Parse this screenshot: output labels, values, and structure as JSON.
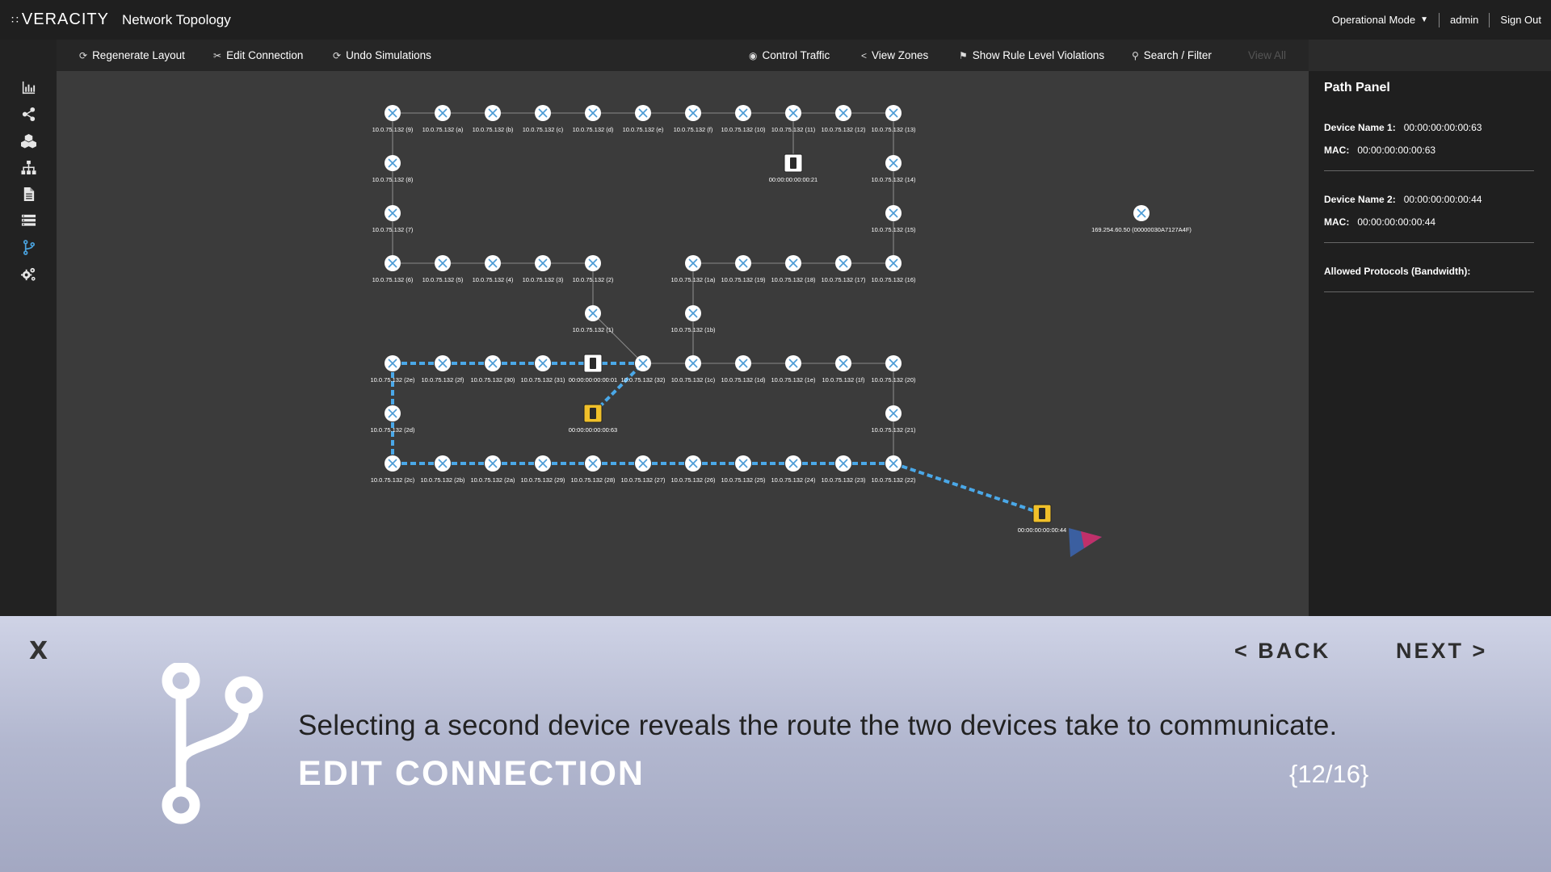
{
  "header": {
    "logo_text": "VERACITY",
    "app_title": "Network Topology",
    "mode_label": "Operational Mode",
    "user": "admin",
    "sign_out": "Sign Out"
  },
  "sidebar": {
    "items": [
      {
        "icon": "bar-chart-icon"
      },
      {
        "icon": "share-icon"
      },
      {
        "icon": "cubes-icon"
      },
      {
        "icon": "sitemap-icon"
      },
      {
        "icon": "document-icon"
      },
      {
        "icon": "list-icon"
      },
      {
        "icon": "branch-icon",
        "active": true
      },
      {
        "icon": "gears-icon"
      }
    ]
  },
  "toolbar": {
    "regenerate_layout": "Regenerate Layout",
    "edit_connection": "Edit Connection",
    "undo_simulations": "Undo Simulations",
    "control_traffic": "Control Traffic",
    "view_zones": "View Zones",
    "show_rule_level_violations": "Show Rule Level Violations",
    "search_filter": "Search / Filter",
    "view_all": "View All"
  },
  "path_panel": {
    "title": "Path Panel",
    "device1_label": "Device Name 1:",
    "device1_value": "00:00:00:00:00:63",
    "mac1_label": "MAC:",
    "mac1_value": "00:00:00:00:00:63",
    "device2_label": "Device Name 2:",
    "device2_value": "00:00:00:00:00:44",
    "mac2_label": "MAC:",
    "mac2_value": "00:00:00:00:00:44",
    "protocols_label": "Allowed Protocols (Bandwidth):"
  },
  "topology": {
    "colors": {
      "path": "#4aa8e8",
      "host_selected": "#f0c02a",
      "link": "#8a8a8a"
    },
    "nodes": [
      {
        "id": "s9",
        "label": "10.0.75.132 (9)",
        "type": "switch"
      },
      {
        "id": "sa",
        "label": "10.0.75.132 (a)",
        "type": "switch"
      },
      {
        "id": "sb",
        "label": "10.0.75.132 (b)",
        "type": "switch"
      },
      {
        "id": "sc",
        "label": "10.0.75.132 (c)",
        "type": "switch"
      },
      {
        "id": "sd",
        "label": "10.0.75.132 (d)",
        "type": "switch"
      },
      {
        "id": "se",
        "label": "10.0.75.132 (e)",
        "type": "switch"
      },
      {
        "id": "sf",
        "label": "10.0.75.132 (f)",
        "type": "switch"
      },
      {
        "id": "s10",
        "label": "10.0.75.132 (10)",
        "type": "switch"
      },
      {
        "id": "s11",
        "label": "10.0.75.132 (11)",
        "type": "switch"
      },
      {
        "id": "s12",
        "label": "10.0.75.132 (12)",
        "type": "switch"
      },
      {
        "id": "s13",
        "label": "10.0.75.132 (13)",
        "type": "switch"
      },
      {
        "id": "s8",
        "label": "10.0.75.132 (8)",
        "type": "switch"
      },
      {
        "id": "h21",
        "label": "00:00:00:00:00:21",
        "type": "host"
      },
      {
        "id": "s14",
        "label": "10.0.75.132 (14)",
        "type": "switch"
      },
      {
        "id": "s7",
        "label": "10.0.75.132 (7)",
        "type": "switch"
      },
      {
        "id": "s15",
        "label": "10.0.75.132 (15)",
        "type": "switch"
      },
      {
        "id": "iso",
        "label": "169.254.60.50 (00000030A7127A4F)",
        "type": "switch"
      },
      {
        "id": "s6",
        "label": "10.0.75.132 (6)",
        "type": "switch"
      },
      {
        "id": "s5",
        "label": "10.0.75.132 (5)",
        "type": "switch"
      },
      {
        "id": "s4",
        "label": "10.0.75.132 (4)",
        "type": "switch"
      },
      {
        "id": "s3",
        "label": "10.0.75.132 (3)",
        "type": "switch"
      },
      {
        "id": "s2",
        "label": "10.0.75.132 (2)",
        "type": "switch"
      },
      {
        "id": "s1a",
        "label": "10.0.75.132 (1a)",
        "type": "switch"
      },
      {
        "id": "s19",
        "label": "10.0.75.132 (19)",
        "type": "switch"
      },
      {
        "id": "s18",
        "label": "10.0.75.132 (18)",
        "type": "switch"
      },
      {
        "id": "s17",
        "label": "10.0.75.132 (17)",
        "type": "switch"
      },
      {
        "id": "s16",
        "label": "10.0.75.132 (16)",
        "type": "switch"
      },
      {
        "id": "s1",
        "label": "10.0.75.132 (1)",
        "type": "switch"
      },
      {
        "id": "s1b",
        "label": "10.0.75.132 (1b)",
        "type": "switch"
      },
      {
        "id": "s2e",
        "label": "10.0.75.132 (2e)",
        "type": "switch"
      },
      {
        "id": "s2f",
        "label": "10.0.75.132 (2f)",
        "type": "switch"
      },
      {
        "id": "s30",
        "label": "10.0.75.132 (30)",
        "type": "switch"
      },
      {
        "id": "s31",
        "label": "10.0.75.132 (31)",
        "type": "switch"
      },
      {
        "id": "h01",
        "label": "00:00:00:00:00:01",
        "type": "host"
      },
      {
        "id": "s32",
        "label": "10.0.75.132 (32)",
        "type": "switch"
      },
      {
        "id": "s1c",
        "label": "10.0.75.132 (1c)",
        "type": "switch"
      },
      {
        "id": "s1d",
        "label": "10.0.75.132 (1d)",
        "type": "switch"
      },
      {
        "id": "s1e",
        "label": "10.0.75.132 (1e)",
        "type": "switch"
      },
      {
        "id": "s1f",
        "label": "10.0.75.132 (1f)",
        "type": "switch"
      },
      {
        "id": "s20",
        "label": "10.0.75.132 (20)",
        "type": "switch"
      },
      {
        "id": "s2d",
        "label": "10.0.75.132 (2d)",
        "type": "switch"
      },
      {
        "id": "h63",
        "label": "00:00:00:00:00:63",
        "type": "host",
        "selected": true
      },
      {
        "id": "s21",
        "label": "10.0.75.132 (21)",
        "type": "switch"
      },
      {
        "id": "s2c",
        "label": "10.0.75.132 (2c)",
        "type": "switch"
      },
      {
        "id": "s2b",
        "label": "10.0.75.132 (2b)",
        "type": "switch"
      },
      {
        "id": "s2a",
        "label": "10.0.75.132 (2a)",
        "type": "switch"
      },
      {
        "id": "s29",
        "label": "10.0.75.132 (29)",
        "type": "switch"
      },
      {
        "id": "s28",
        "label": "10.0.75.132 (28)",
        "type": "switch"
      },
      {
        "id": "s27",
        "label": "10.0.75.132 (27)",
        "type": "switch"
      },
      {
        "id": "s26",
        "label": "10.0.75.132 (26)",
        "type": "switch"
      },
      {
        "id": "s25",
        "label": "10.0.75.132 (25)",
        "type": "switch"
      },
      {
        "id": "s24",
        "label": "10.0.75.132 (24)",
        "type": "switch"
      },
      {
        "id": "s23",
        "label": "10.0.75.132 (23)",
        "type": "switch"
      },
      {
        "id": "s22",
        "label": "10.0.75.132 (22)",
        "type": "switch"
      },
      {
        "id": "h44",
        "label": "00:00:00:00:00:44",
        "type": "host",
        "selected": true
      }
    ],
    "links": [
      [
        "s9",
        "sa"
      ],
      [
        "sa",
        "sb"
      ],
      [
        "sb",
        "sc"
      ],
      [
        "sc",
        "sd"
      ],
      [
        "sd",
        "se"
      ],
      [
        "se",
        "sf"
      ],
      [
        "sf",
        "s10"
      ],
      [
        "s10",
        "s11"
      ],
      [
        "s11",
        "s12"
      ],
      [
        "s12",
        "s13"
      ],
      [
        "s9",
        "s8"
      ],
      [
        "s8",
        "s7"
      ],
      [
        "s7",
        "s6"
      ],
      [
        "s6",
        "s5"
      ],
      [
        "s5",
        "s4"
      ],
      [
        "s4",
        "s3"
      ],
      [
        "s3",
        "s2"
      ],
      [
        "s2",
        "s1"
      ],
      [
        "s1",
        "s32"
      ],
      [
        "s11",
        "h21"
      ],
      [
        "s13",
        "s14"
      ],
      [
        "s14",
        "s15"
      ],
      [
        "s15",
        "s16"
      ],
      [
        "s16",
        "s17"
      ],
      [
        "s17",
        "s18"
      ],
      [
        "s18",
        "s19"
      ],
      [
        "s19",
        "s1a"
      ],
      [
        "s1a",
        "s1b"
      ],
      [
        "s1b",
        "s1c"
      ],
      [
        "s32",
        "s1c"
      ],
      [
        "s1c",
        "s1d"
      ],
      [
        "s1d",
        "s1e"
      ],
      [
        "s1e",
        "s1f"
      ],
      [
        "s1f",
        "s20"
      ],
      [
        "s20",
        "s21"
      ],
      [
        "s21",
        "s22"
      ]
    ],
    "path_links": [
      [
        "h63",
        "s32"
      ],
      [
        "s32",
        "h01"
      ],
      [
        "h01",
        "s31"
      ],
      [
        "s31",
        "s30"
      ],
      [
        "s30",
        "s2f"
      ],
      [
        "s2f",
        "s2e"
      ],
      [
        "s2e",
        "s2d"
      ],
      [
        "s2d",
        "s2c"
      ],
      [
        "s2c",
        "s2b"
      ],
      [
        "s2b",
        "s2a"
      ],
      [
        "s2a",
        "s29"
      ],
      [
        "s29",
        "s28"
      ],
      [
        "s28",
        "s27"
      ],
      [
        "s27",
        "s26"
      ],
      [
        "s26",
        "s25"
      ],
      [
        "s25",
        "s24"
      ],
      [
        "s24",
        "s23"
      ],
      [
        "s23",
        "s22"
      ],
      [
        "s22",
        "h44"
      ]
    ]
  },
  "tutorial": {
    "close": "X",
    "back": "< BACK",
    "next": "NEXT >",
    "description": "Selecting a second device reveals the route the two devices take to communicate.",
    "heading": "EDIT CONNECTION",
    "step": "{12/16}"
  }
}
